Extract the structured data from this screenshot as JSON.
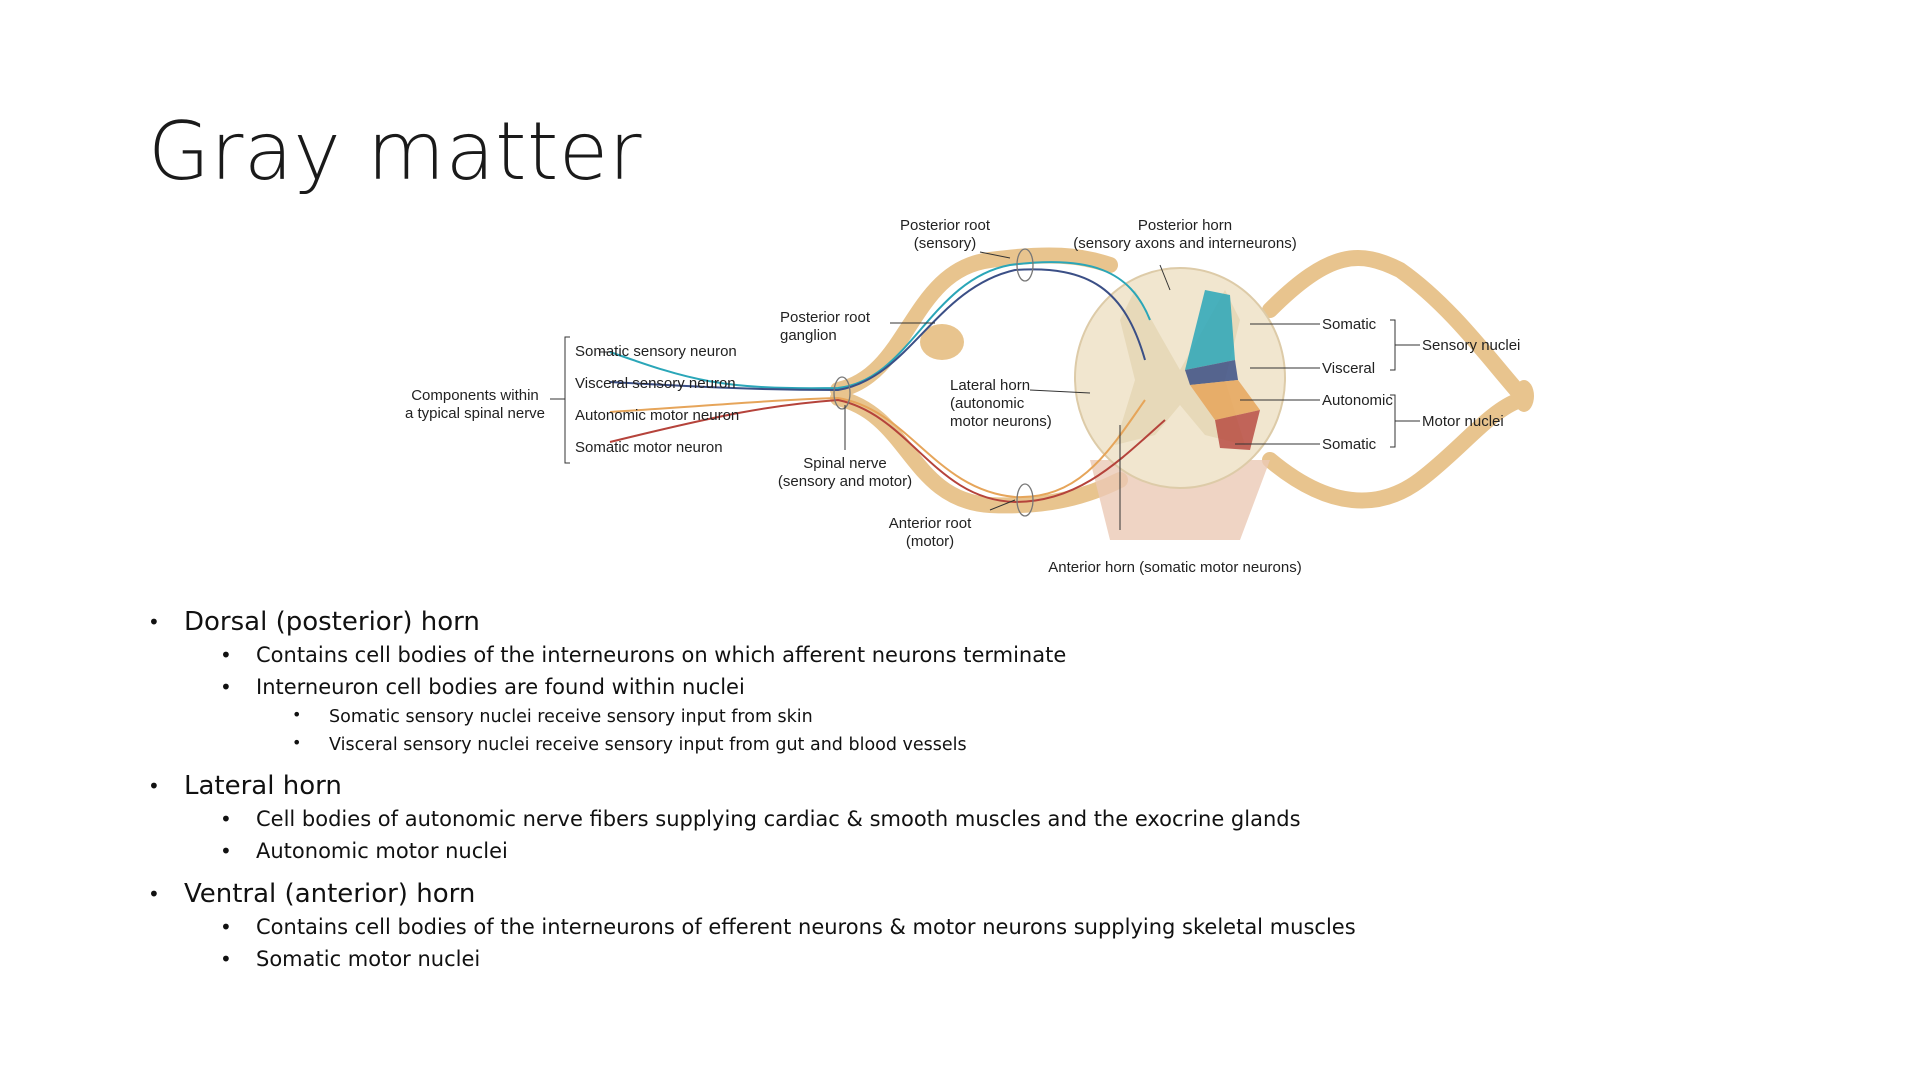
{
  "slide": {
    "title": "Gray matter"
  },
  "figure": {
    "posterior_root": [
      "Posterior root",
      "(sensory)"
    ],
    "posterior_horn": [
      "Posterior horn",
      "(sensory axons and interneurons)"
    ],
    "posterior_root_ganglion": [
      "Posterior root",
      "ganglion"
    ],
    "components": [
      "Components within",
      "a typical spinal nerve"
    ],
    "neuron_types": [
      "Somatic sensory neuron",
      "Visceral sensory neuron",
      "Autonomic motor neuron",
      "Somatic motor neuron"
    ],
    "lateral_horn": [
      "Lateral horn",
      "(autonomic",
      "motor neurons)"
    ],
    "spinal_nerve": [
      "Spinal nerve",
      "(sensory and motor)"
    ],
    "anterior_root": [
      "Anterior root",
      "(motor)"
    ],
    "anterior_horn": "Anterior horn (somatic motor neurons)",
    "nuclei": [
      "Somatic",
      "Visceral",
      "Autonomic",
      "Somatic"
    ],
    "sensory_nuclei": "Sensory nuclei",
    "motor_nuclei": "Motor nuclei",
    "colors": {
      "somatic_sensory": "#2aa6b8",
      "visceral_sensory": "#3b4f86",
      "autonomic_motor": "#e6a55a",
      "somatic_motor": "#b5433b",
      "nerve": "#e8c48e",
      "cord": "#f1e6cf"
    }
  },
  "bullets": [
    {
      "text": "Dorsal (posterior) horn",
      "children": [
        {
          "text": "Contains cell bodies of the interneurons on which afferent neurons terminate",
          "children": []
        },
        {
          "text": "Interneuron cell bodies are found within nuclei",
          "children": [
            "Somatic sensory nuclei receive sensory input from skin",
            "Visceral sensory nuclei receive sensory input from gut and blood vessels"
          ]
        }
      ]
    },
    {
      "text": "Lateral horn",
      "children": [
        {
          "text": "Cell bodies of autonomic nerve fibers supplying cardiac & smooth muscles and the exocrine glands",
          "children": []
        },
        {
          "text": "Autonomic motor nuclei",
          "children": []
        }
      ]
    },
    {
      "text": "Ventral (anterior) horn",
      "children": [
        {
          "text": "Contains cell bodies of the interneurons of efferent neurons & motor neurons supplying skeletal muscles",
          "children": []
        },
        {
          "text": "Somatic motor nuclei",
          "children": []
        }
      ]
    }
  ]
}
